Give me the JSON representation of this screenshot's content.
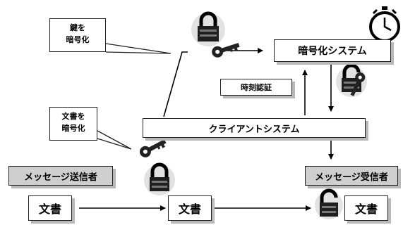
{
  "callouts": {
    "key_encrypt": {
      "line1": "鍵を",
      "line2": "暗号化"
    },
    "doc_encrypt": {
      "line1": "文書を",
      "line2": "暗号化"
    }
  },
  "boxes": {
    "encryption_system": "暗号化システム",
    "time_stamp": "時刻認証",
    "client_system": "クライアントシステム",
    "sender": "メッセージ送信者",
    "receiver": "メッセージ受信者",
    "document": "文書"
  },
  "icons": [
    "lock-icon",
    "key-icon",
    "unlocked-lock-icon",
    "stopwatch-icon"
  ]
}
